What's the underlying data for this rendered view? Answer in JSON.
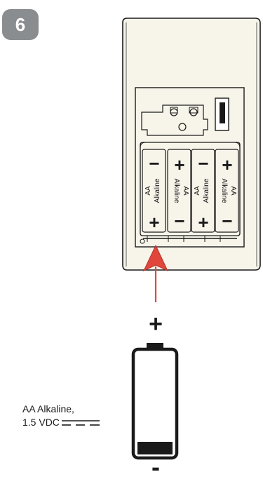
{
  "step": {
    "number": "6"
  },
  "compartment": {
    "cells": [
      {
        "top_sign": "−",
        "bottom_sign": "+",
        "line1": "AA",
        "line2": "Alkaline"
      },
      {
        "top_sign": "+",
        "bottom_sign": "−",
        "line1": "AA",
        "line2": "Alkaline"
      },
      {
        "top_sign": "−",
        "bottom_sign": "+",
        "line1": "AA",
        "line2": "Alkaline"
      },
      {
        "top_sign": "+",
        "bottom_sign": "−",
        "line1": "AA",
        "line2": "Alkaline"
      }
    ]
  },
  "battery": {
    "positive_sign": "+",
    "negative_sign": "-"
  },
  "caption": {
    "line1": "AA Alkaline,",
    "line2": "1.5 VDC"
  },
  "colors": {
    "device_fill": "#f7f4ea",
    "outline": "#1a1a1a",
    "arrow": "#e0463b",
    "badge": "#8a8d90"
  }
}
